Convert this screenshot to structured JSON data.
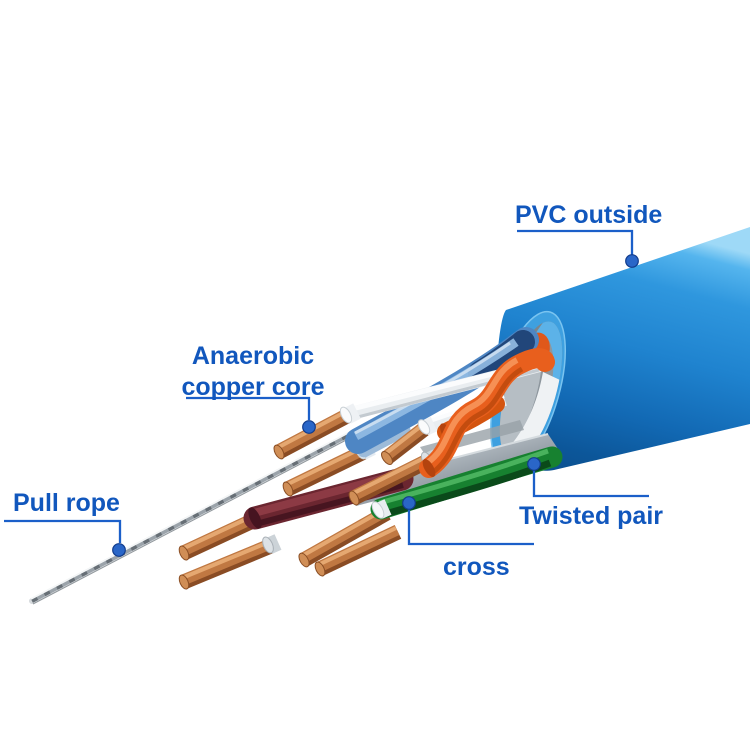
{
  "title": "Network cable anatomy diagram",
  "background": "#ffffff",
  "colors": {
    "label_color": "#1157bd",
    "leader_color": "#1b5fc9",
    "dot_color": "#2a66c8",
    "jacket_blue": "#1e82cd",
    "copper": "#c07842",
    "pull_rope_silver": "#9ba3aa",
    "pair_white": "#e9edf0",
    "pair_blue": "#4e86c4",
    "pair_orange": "#e85f1d",
    "pair_green": "#178130",
    "pair_brown": "#6b2630",
    "cross_grey": "#9aa3ab"
  },
  "labels": {
    "pvc_outside": {
      "text": "PVC outside"
    },
    "anaerobic": {
      "line1": "Anaerobic",
      "line2": "copper core"
    },
    "pull_rope": {
      "text": "Pull rope"
    },
    "twisted_pair": {
      "text": "Twisted pair"
    },
    "cross": {
      "text": "cross"
    }
  },
  "parts": [
    {
      "name": "PVC outer jacket",
      "color": "#1e82cd"
    },
    {
      "name": "Anaerobic copper core",
      "color": "#c07842"
    },
    {
      "name": "Pull rope",
      "color": "#9ba3aa"
    },
    {
      "name": "Twisted pair - white",
      "color": "#e9edf0"
    },
    {
      "name": "Twisted pair - blue",
      "color": "#4e86c4"
    },
    {
      "name": "Twisted pair - orange",
      "color": "#e85f1d"
    },
    {
      "name": "Twisted pair - green",
      "color": "#178130"
    },
    {
      "name": "Twisted pair - brown",
      "color": "#6b2630"
    },
    {
      "name": "Cross separator",
      "color": "#9aa3ab"
    }
  ]
}
